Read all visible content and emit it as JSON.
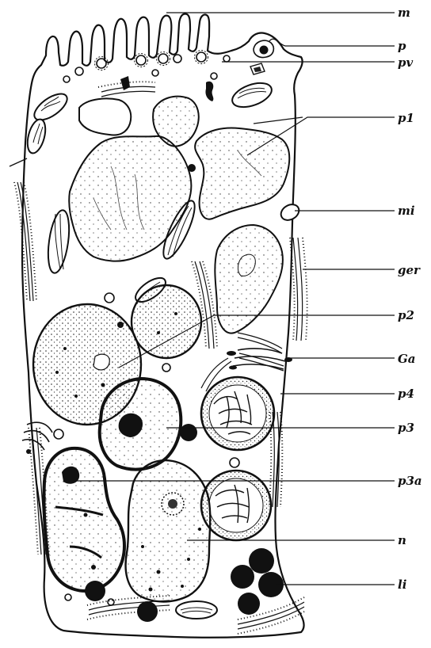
{
  "figure": {
    "labels": [
      {
        "key": "m",
        "text": "m"
      },
      {
        "key": "p",
        "text": "p"
      },
      {
        "key": "pv",
        "text": "pv"
      },
      {
        "key": "p1",
        "text": "p1"
      },
      {
        "key": "mi",
        "text": "mi"
      },
      {
        "key": "ger",
        "text": "ger"
      },
      {
        "key": "p2",
        "text": "p2"
      },
      {
        "key": "Ga",
        "text": "Ga"
      },
      {
        "key": "p4",
        "text": "p4"
      },
      {
        "key": "p3",
        "text": "p3"
      },
      {
        "key": "p3a",
        "text": "p3a"
      },
      {
        "key": "n",
        "text": "n"
      },
      {
        "key": "li",
        "text": "li"
      }
    ]
  }
}
